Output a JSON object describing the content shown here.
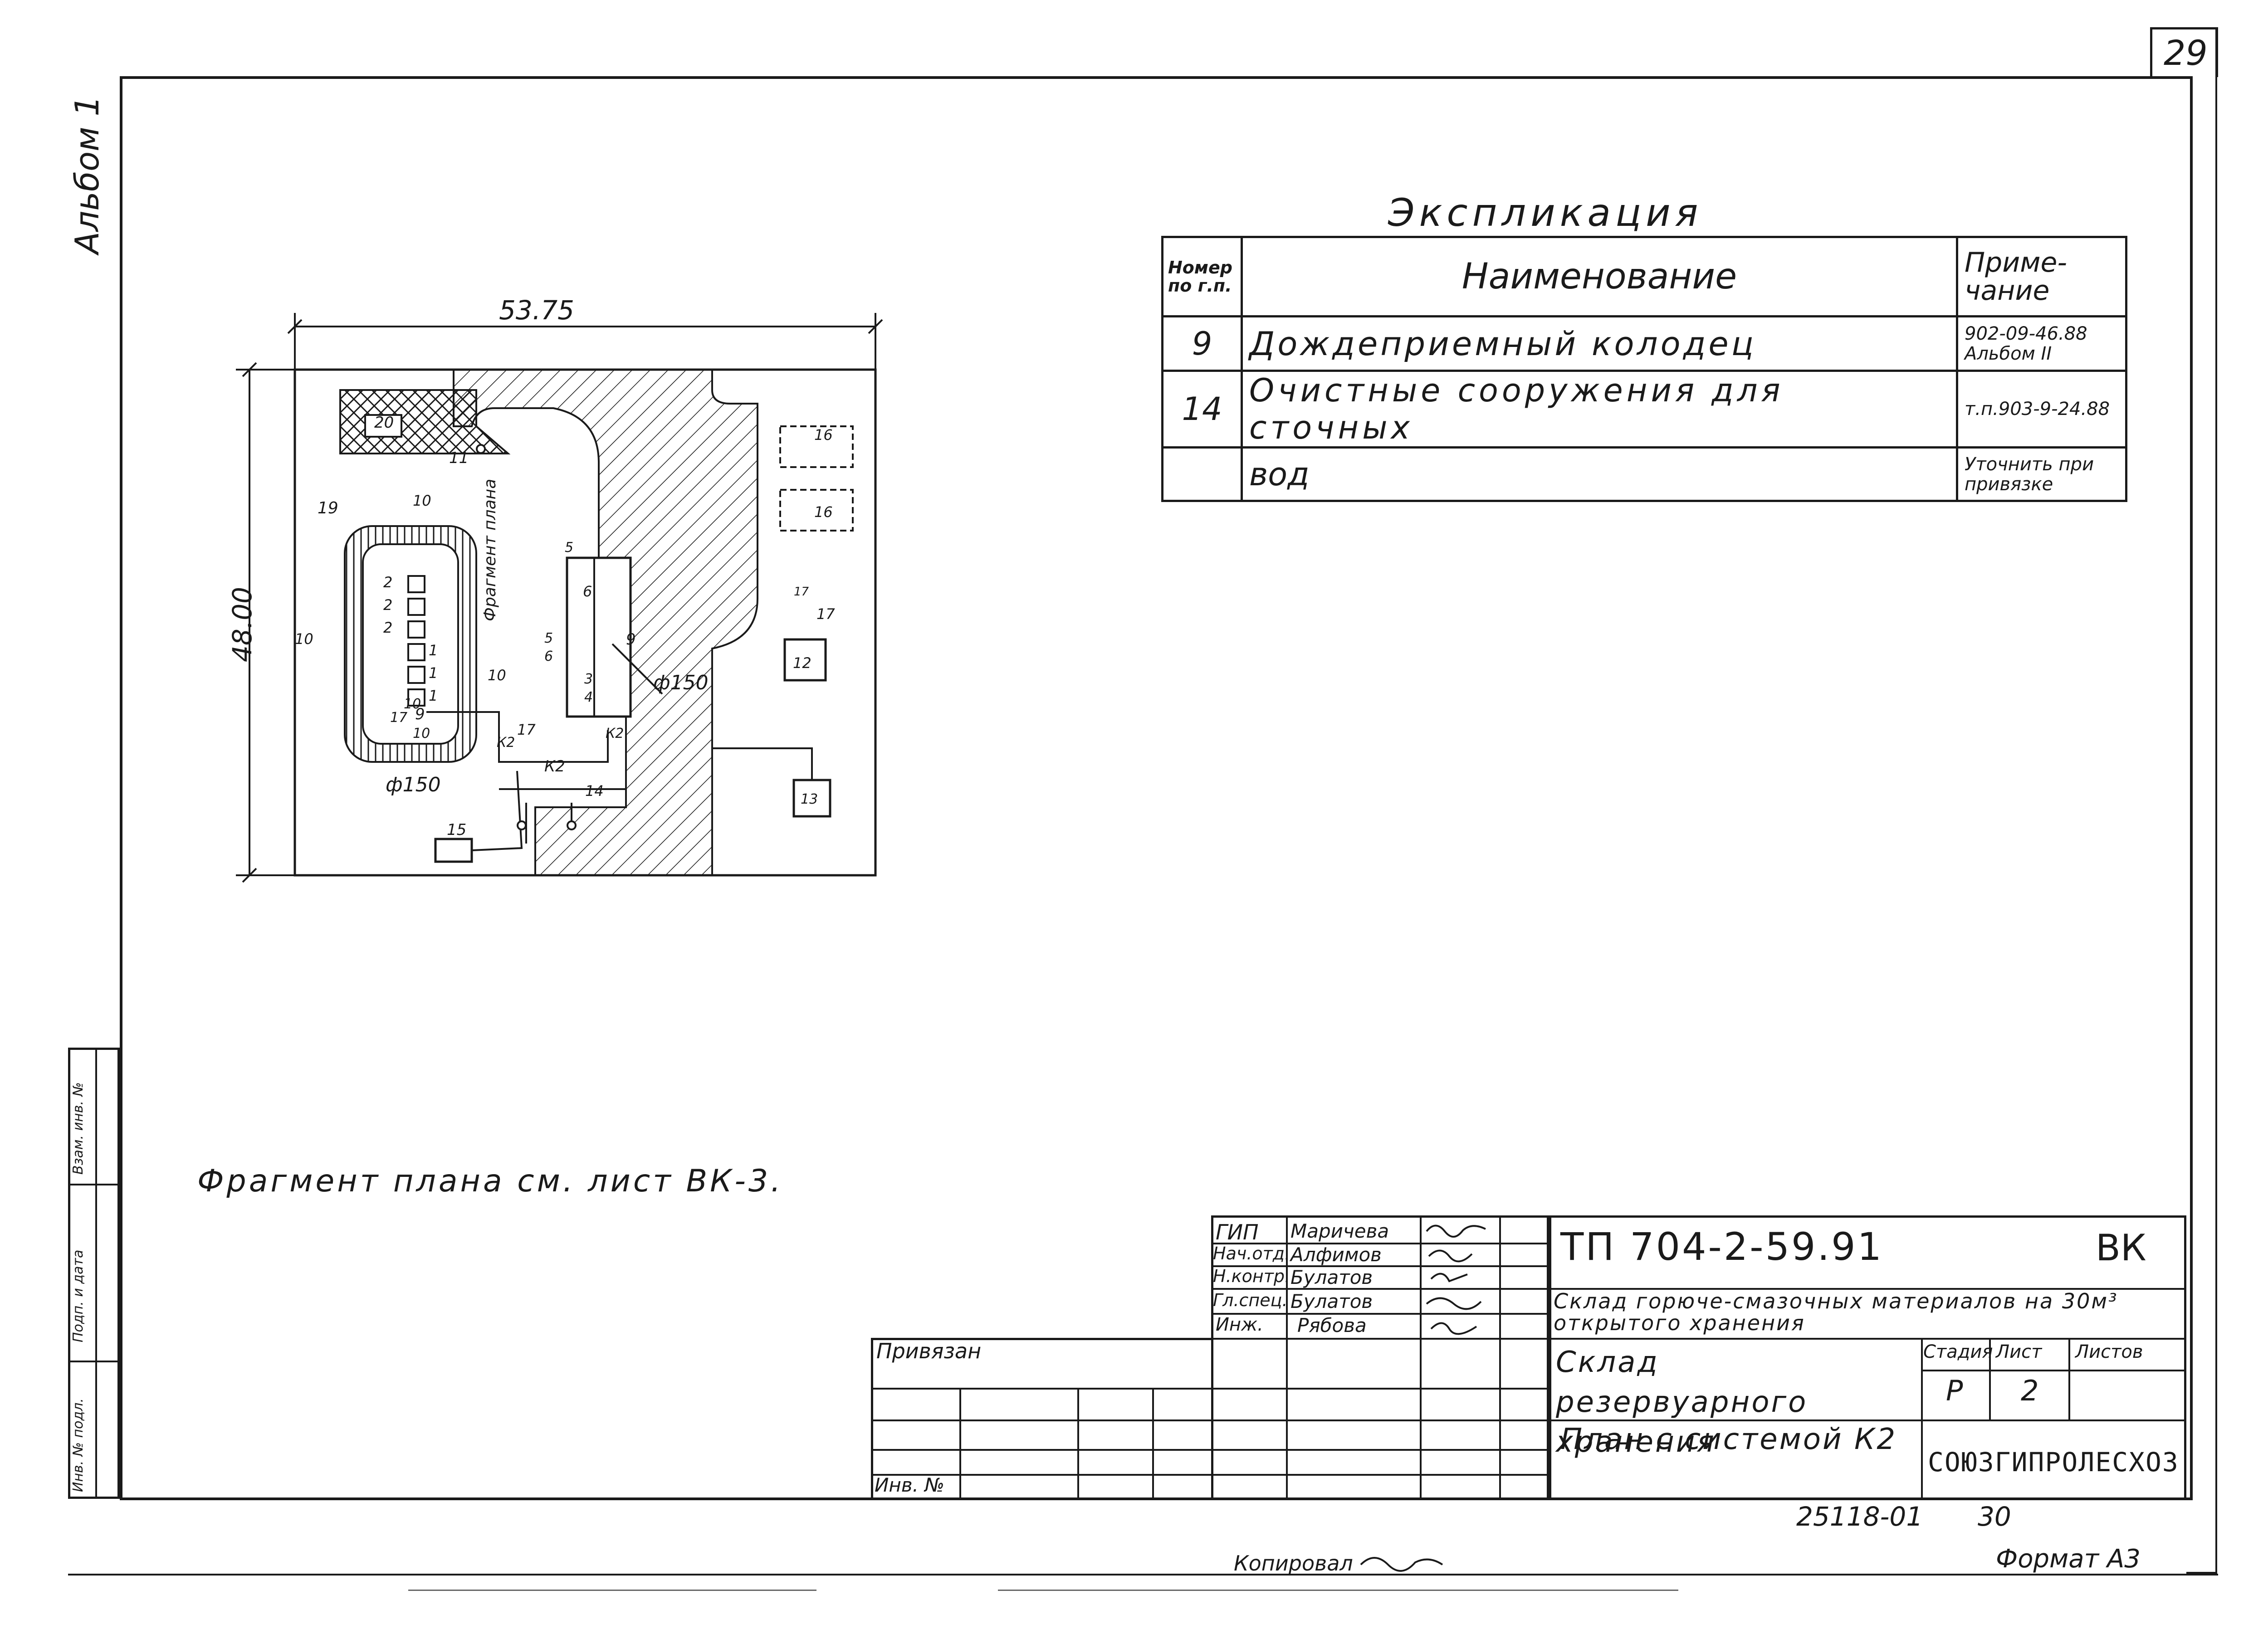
{
  "sheet": {
    "page_number": "29",
    "album_label": "Альбом 1"
  },
  "explication": {
    "title": "Экспликация",
    "headers": {
      "number": "Номер по г.п.",
      "name": "Наименование",
      "note": "Приме- чание"
    },
    "rows": [
      {
        "number": "9",
        "name": "Дождеприемный колодец",
        "note": "902-09-46.88 Альбом II"
      },
      {
        "number": "14",
        "name": "Очистные сооружения для сточных",
        "note": "т.п.903-9-24.88"
      },
      {
        "number": "",
        "name": "вод",
        "note": "Уточнить при привязке"
      }
    ]
  },
  "plan": {
    "dim_width": "53.75",
    "dim_height": "48.00",
    "fragment_label": "Фрагмент плана",
    "pipe_label_1": "ф150",
    "pipe_label_2": "ф150",
    "labels": [
      "20",
      "11",
      "19",
      "10",
      "10",
      "10",
      "10",
      "10",
      "2",
      "2",
      "2",
      "1",
      "1",
      "1",
      "17",
      "9",
      "5",
      "6",
      "5",
      "6",
      "3",
      "4",
      "9",
      "17",
      "17",
      "К2",
      "К2",
      "К2",
      "14",
      "15",
      "16",
      "16",
      "17",
      "12",
      "13"
    ]
  },
  "note_text": "Фрагмент плана см. лист ВК-3.",
  "side_stamp": {
    "labels": [
      "Взам. инв. №",
      "Подп. и дата",
      "Инв. № подл."
    ]
  },
  "stamp": {
    "bound": "Привязан",
    "inv_no": "Инв. №",
    "roles": [
      {
        "role": "ГИП",
        "name": "Маричева"
      },
      {
        "role": "Нач.отд.",
        "name": "Алфимов"
      },
      {
        "role": "Н.контр.",
        "name": "Булатов"
      },
      {
        "role": "Гл.спец.",
        "name": "Булатов"
      },
      {
        "role": "Инж.",
        "name": "Рябова"
      }
    ],
    "doc_code": "ТП   704-2-59.91",
    "mark": "ВК",
    "project_title": "Склад горюче-смазочных материалов на 30м³ открытого хранения",
    "object_title": "Склад резервуарного хранения",
    "sheet_title": "План с системой К2",
    "stage_label": "Стадия",
    "sheet_label": "Лист",
    "sheets_label": "Листов",
    "stage": "Р",
    "sheet_no": "2",
    "org": "СОЮЗГИПРОЛЕСХОЗ"
  },
  "footer": {
    "order_no": "25118-01",
    "order_sheet": "30",
    "copied": "Копировал",
    "format": "Формат А3"
  }
}
